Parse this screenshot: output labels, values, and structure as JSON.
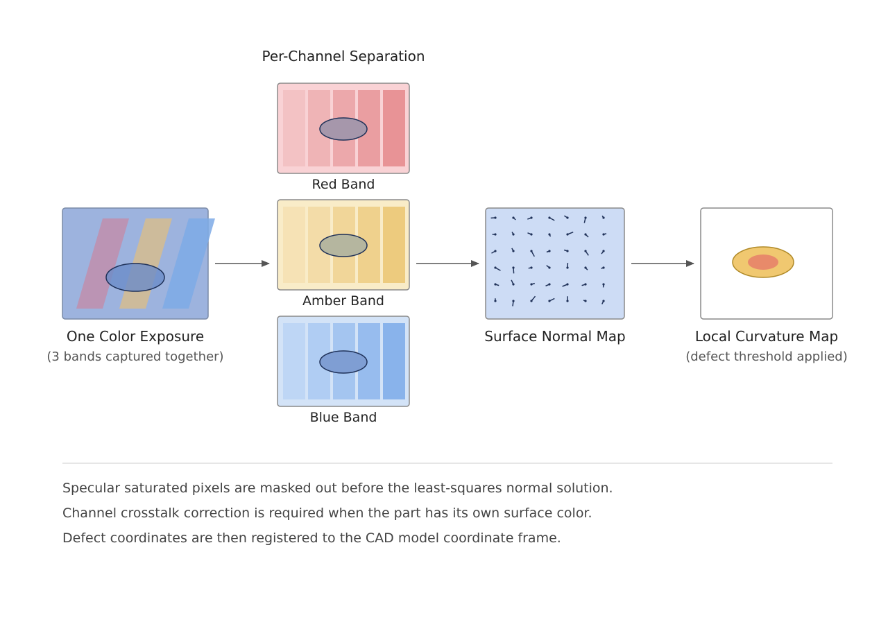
{
  "diagram": {
    "title": "Per-Channel Separation",
    "nodes": {
      "exposure": {
        "label": "One Color Exposure",
        "sublabel": "(3 bands captured together)"
      },
      "red_band": {
        "label": "Red Band"
      },
      "amber_band": {
        "label": "Amber Band"
      },
      "blue_band": {
        "label": "Blue Band"
      },
      "normal_map": {
        "label": "Surface Normal Map"
      },
      "curvature_map": {
        "label": "Local Curvature Map",
        "sublabel": "(defect threshold applied)"
      }
    },
    "notes": [
      "Specular saturated pixels are masked out before the least-squares normal solution.",
      "Channel crosstalk correction is required when the part has its own surface color.",
      "Defect coordinates are then registered to the CAD model coordinate frame."
    ]
  },
  "colors": {
    "red": "#f4c5c8",
    "amber": "#f7e6bd",
    "blue": "#c8dcf5",
    "exposure_bg": "#9db3de",
    "normal_bg": "#cddcf5",
    "defect_outer": "#f0c870",
    "defect_inner": "#e88a6a",
    "arrow": "#555555"
  }
}
